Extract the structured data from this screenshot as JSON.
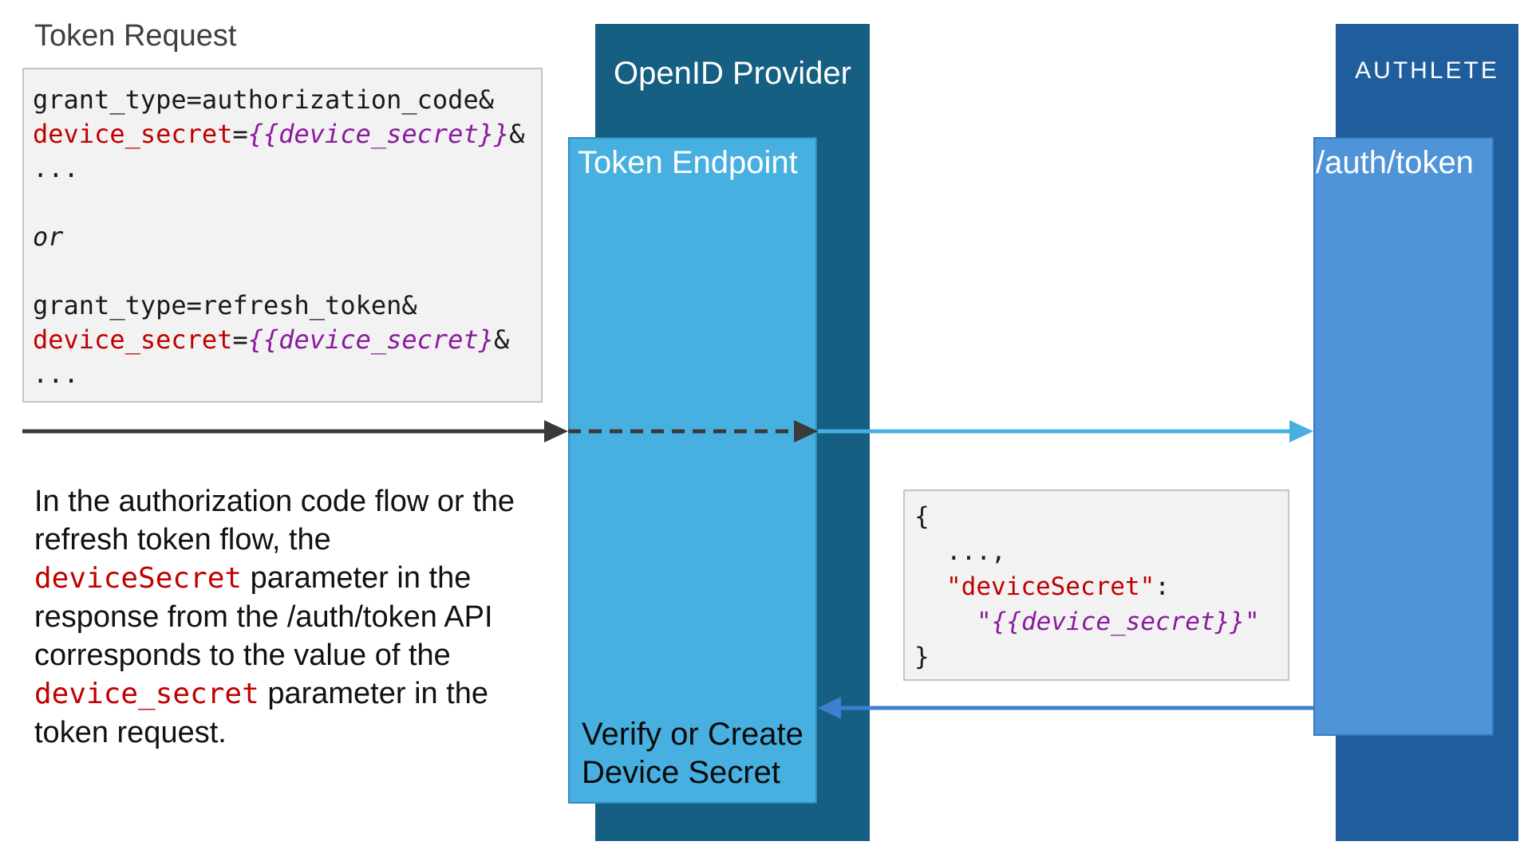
{
  "request": {
    "title": "Token Request",
    "line1": "grant_type=authorization_code&",
    "line2_key": "device_secret",
    "line2_eq": "=",
    "line2_val": "{{device_secret}}",
    "line2_amp": "&",
    "line3": "...",
    "or": "or",
    "line4": "grant_type=refresh_token&",
    "line5_key": "device_secret",
    "line5_eq": "=",
    "line5_val": "{{device_secret}",
    "line5_amp": "&",
    "line6": "..."
  },
  "openid_provider": {
    "title": "OpenID Provider",
    "token_endpoint": {
      "title": "Token Endpoint",
      "action_line1": "Verify or Create",
      "action_line2": "Device Secret"
    }
  },
  "authlete": {
    "title": "AUTHLETE",
    "api": {
      "title": "/auth/token"
    }
  },
  "explanation": {
    "part1": "In the authorization code flow or the refresh token flow, the ",
    "code1": "deviceSecret",
    "part2": " parameter in the response from the /auth/token API corresponds to the value of the ",
    "code2": "device_secret",
    "part3": " parameter in the token request."
  },
  "response": {
    "open": "{",
    "ellipsis": "...,",
    "key": "\"deviceSecret\"",
    "colon": ":",
    "value": "\"{{device_secret}}\"",
    "close": "}"
  },
  "colors": {
    "openid_provider": "#155f82",
    "token_endpoint": "#47b0e1",
    "authlete": "#1f5d9c",
    "auth_token": "#4f94d9",
    "arrow_dark": "#3a3a3a",
    "arrow_light": "#47b0e1",
    "arrow_return": "#3f7fcf",
    "code_red": "#c00000",
    "code_purple": "#8b1a9e"
  }
}
